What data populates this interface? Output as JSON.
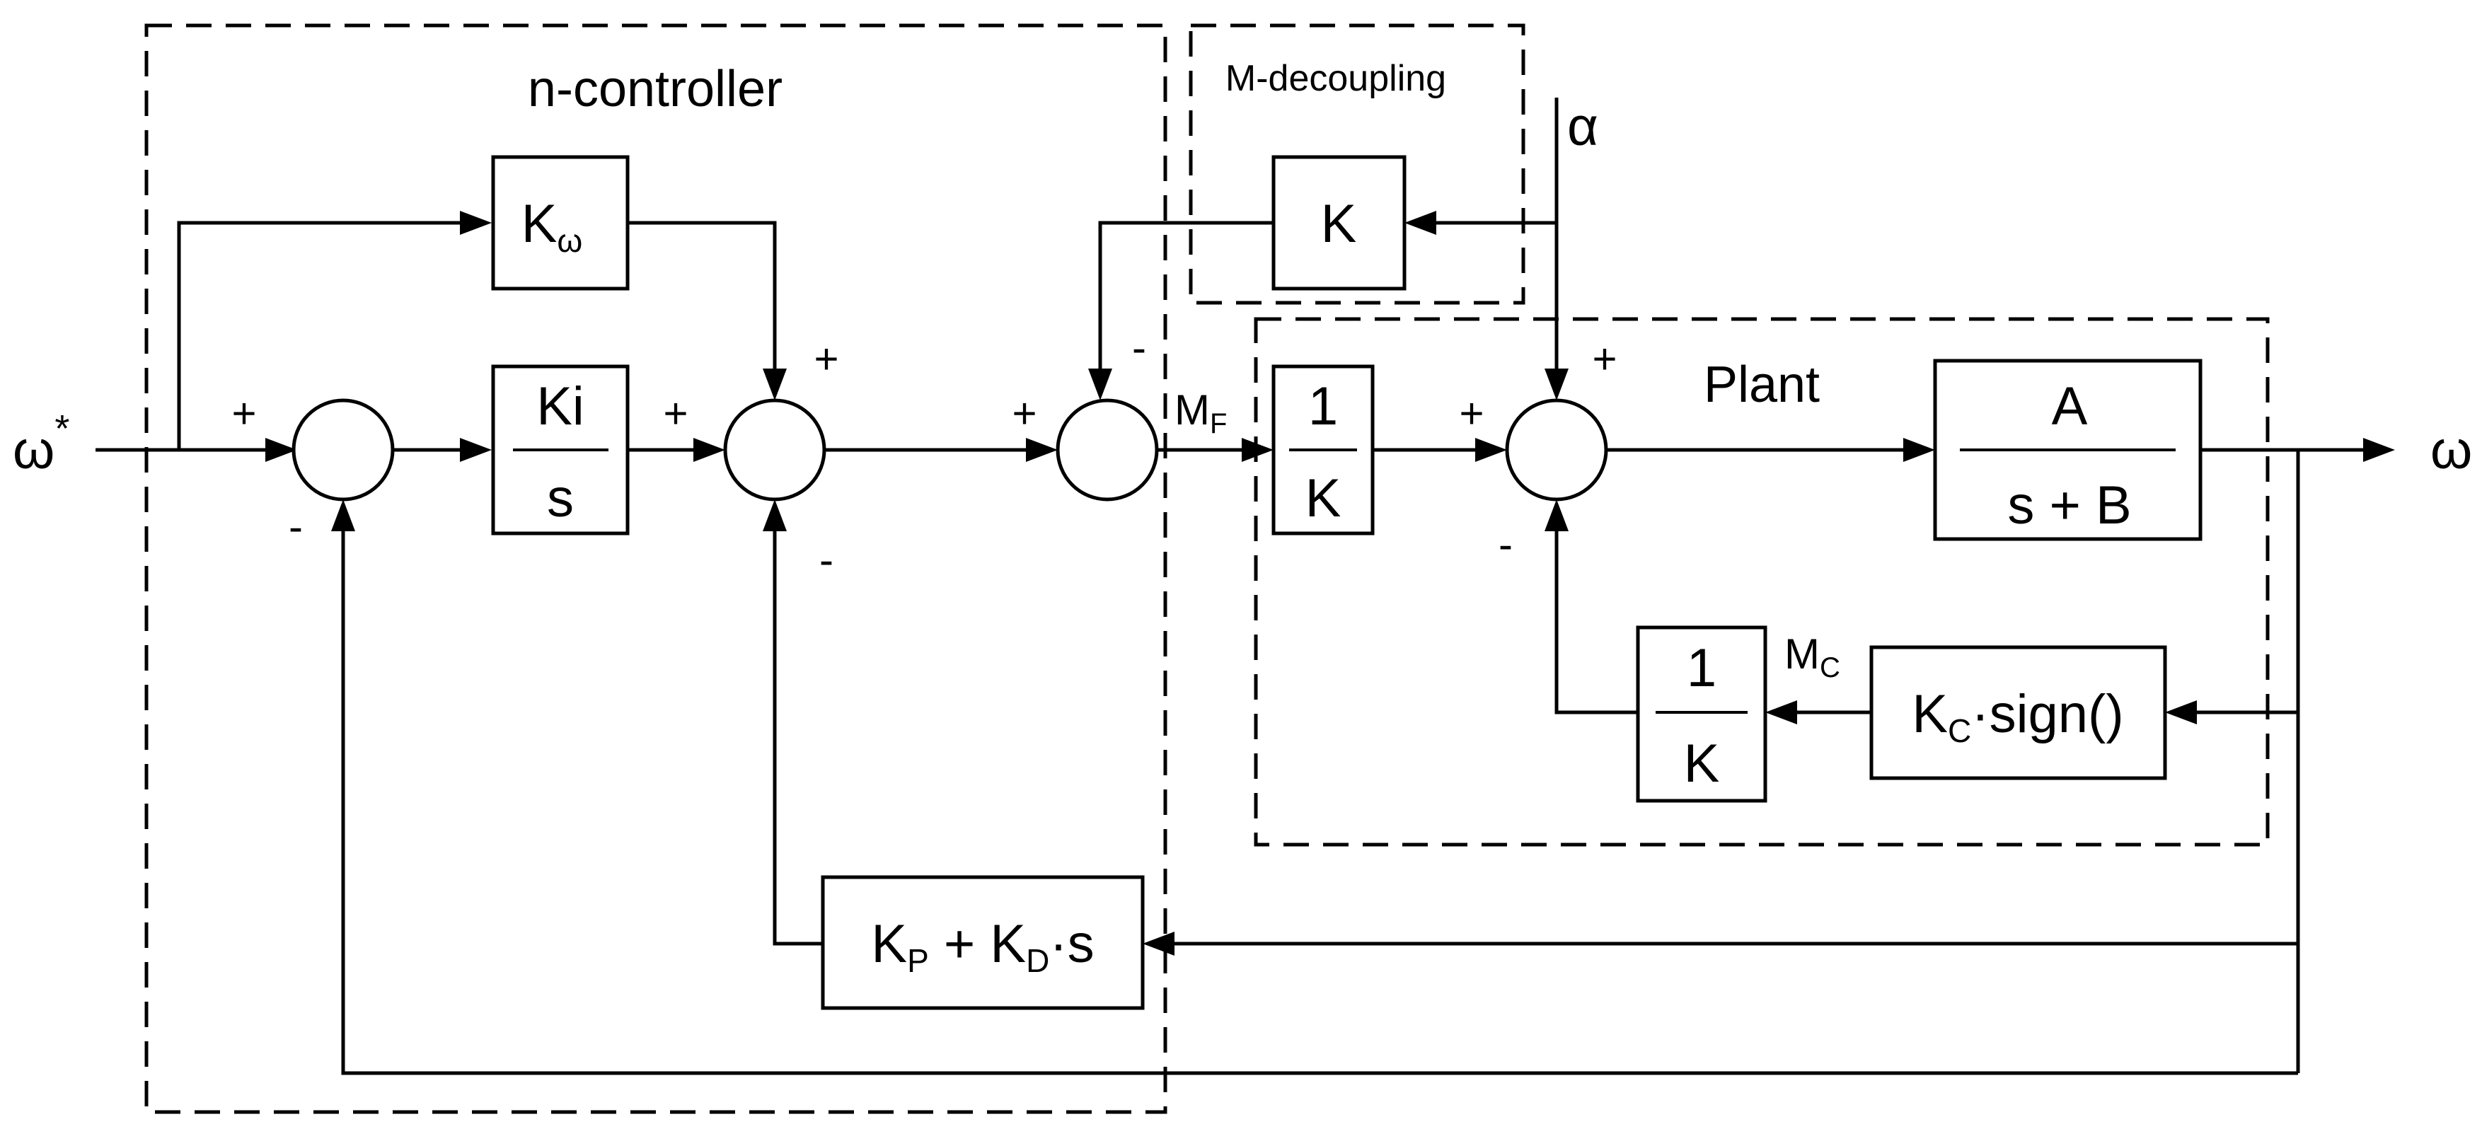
{
  "groups": {
    "controller": "n-controller",
    "decoupling": "M-decoupling",
    "plant": "Plant"
  },
  "blocks": {
    "k_omega": {
      "main": "K",
      "sub": "ω"
    },
    "integrator": {
      "num": "Ki",
      "den": "s"
    },
    "decoupling_gain": "K",
    "inverse_gain_plant": {
      "num": "1",
      "den": "K"
    },
    "plant_tf": {
      "num": "A",
      "den": "s + B"
    },
    "inverse_gain_friction": {
      "num": "1",
      "den": "K"
    },
    "friction": {
      "k": "K",
      "k_sub": "C",
      "rest": "·sign()"
    },
    "pd": {
      "kp": "K",
      "kp_sub": "P",
      "plus": " + ",
      "kd": "K",
      "kd_sub": "D",
      "rest": "·s"
    }
  },
  "signals": {
    "input": "ω",
    "input_sup": "*",
    "output": "ω",
    "disturbance": "α",
    "mf": "M",
    "mf_sub": "F",
    "mc": "M",
    "mc_sub": "C"
  },
  "signs": {
    "sum1_left": "+",
    "sum1_bottom": "-",
    "sum2_left": "+",
    "sum2_top": "+",
    "sum2_bottom": "-",
    "sum3_left": "+",
    "sum3_top": "-",
    "sum4_left": "+",
    "sum4_top": "+",
    "sum4_bottom": "-"
  }
}
